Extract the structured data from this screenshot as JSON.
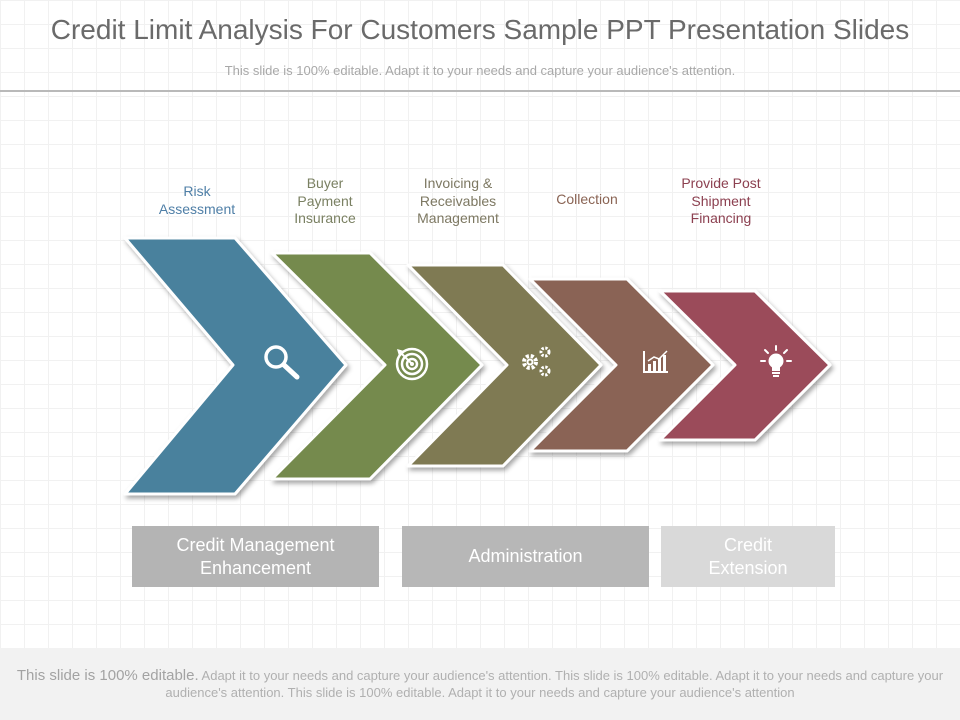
{
  "title": "Credit Limit Analysis For Customers Sample PPT Presentation Slides",
  "subtitle": "This slide is 100% editable. Adapt it to your needs and capture your audience's attention.",
  "steps": [
    {
      "label": "Risk\nAssessment",
      "color": "#4a819d",
      "label_color": "#4f7fa7",
      "icon": "magnifier-icon"
    },
    {
      "label": "Buyer\nPayment\nInsurance",
      "color": "#748a4e",
      "label_color": "#7a8062",
      "icon": "target-icon"
    },
    {
      "label": "Invoicing &\nReceivables\nManagement",
      "color": "#7f7a52",
      "label_color": "#7d7862",
      "icon": "gears-icon"
    },
    {
      "label": "Collection",
      "color": "#8a6454",
      "label_color": "#8a6454",
      "icon": "bar-chart-icon"
    },
    {
      "label": "Provide Post\nShipment\nFinancing",
      "color": "#9b4b5a",
      "label_color": "#8c4050",
      "icon": "lightbulb-icon"
    }
  ],
  "bars": [
    {
      "label": "Credit Management\nEnhancement",
      "color": "#b4b4b4"
    },
    {
      "label": "Administration",
      "color": "#b7b7b7"
    },
    {
      "label": "Credit\nExtension",
      "color": "#d9d9d9"
    }
  ],
  "footer": {
    "lead": "This slide is 100% editable.",
    "text": "Adapt it to your needs and capture your audience's attention. This slide is 100% editable. Adapt it to your needs and capture your audience's attention. This slide is 100% editable. Adapt it to your needs and capture your audience's attention"
  }
}
